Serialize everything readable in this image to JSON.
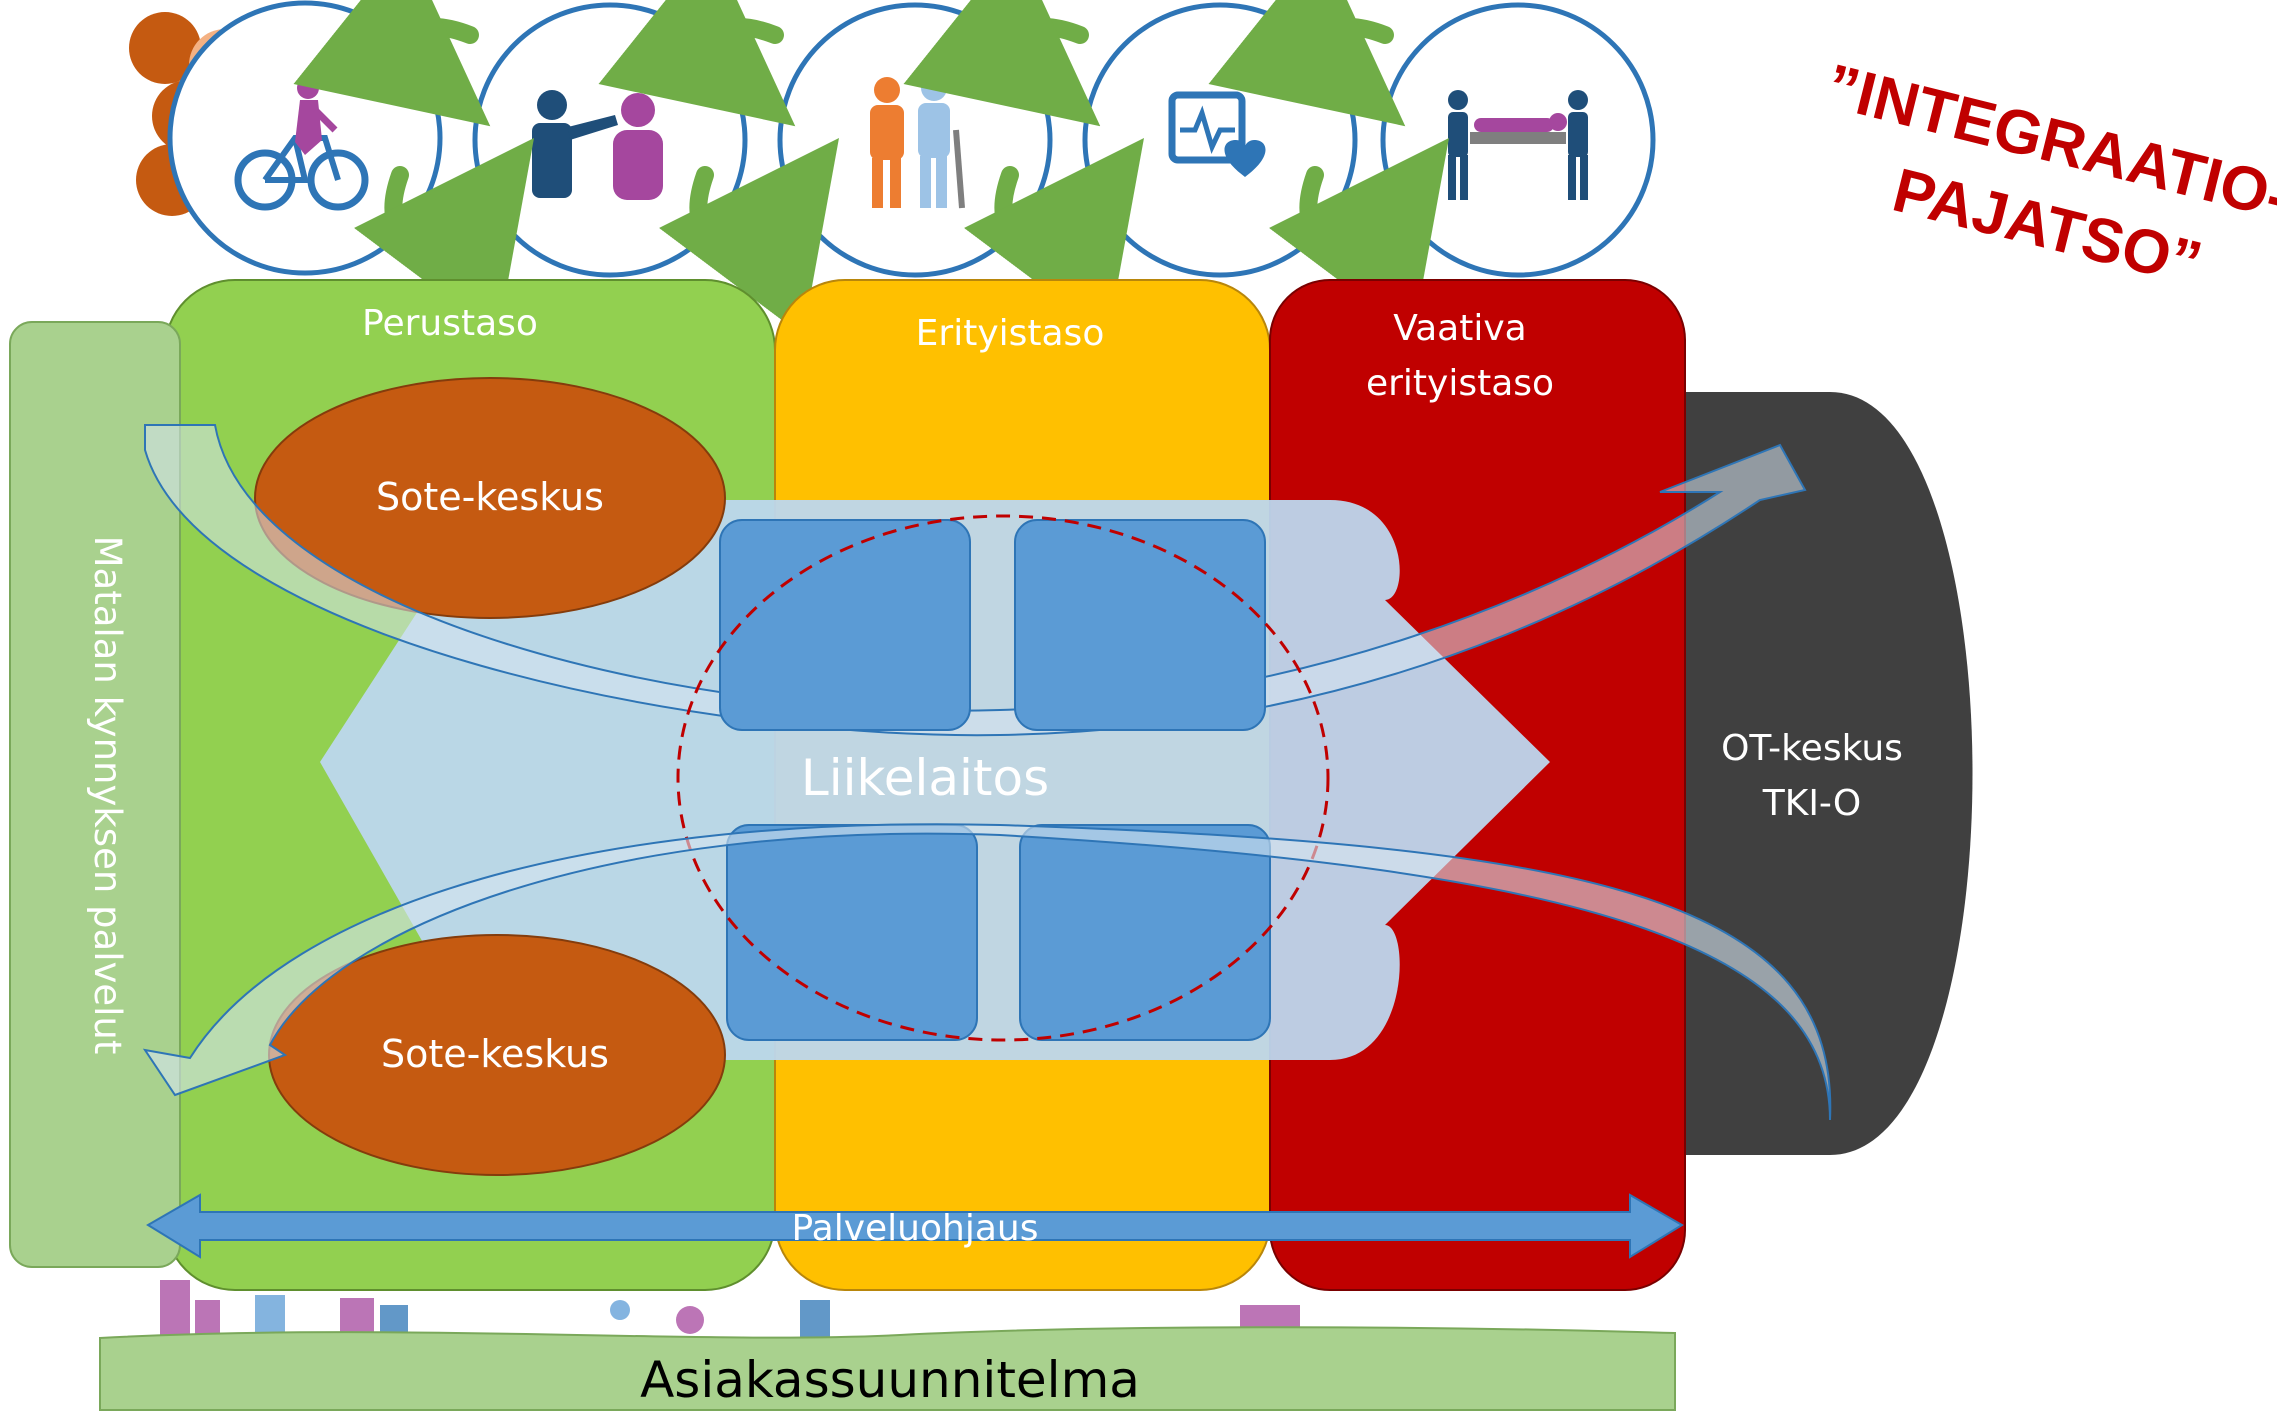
{
  "title": {
    "line1": "”INTEGRAATIO-",
    "line2": "PAJATSO”",
    "color": "#c00000"
  },
  "left_column": {
    "label": "Matalan kynnyksen palvelut",
    "color": "#a9d18e"
  },
  "levels": [
    {
      "label": "Perustaso",
      "color": "#92d050"
    },
    {
      "label": "Erityistaso",
      "color": "#ffc000"
    },
    {
      "label_line1": "Vaativa",
      "label_line2": "erityistaso",
      "color": "#c00000"
    }
  ],
  "centers": [
    {
      "label": "Sote-keskus",
      "color": "#c55a11"
    },
    {
      "label": "Sote-keskus",
      "color": "#c55a11"
    }
  ],
  "hub": {
    "label": "Liikelaitos",
    "color": "#bdd7ee",
    "block_color": "#5b9bd5"
  },
  "right_dome": {
    "line1": "OT-keskus",
    "line2": "TKI-O",
    "color": "#404040"
  },
  "bottom_arrow": {
    "label": "Palveluohjaus",
    "color": "#5b9bd5"
  },
  "banner": {
    "label": "Asiakassuunnitelma",
    "color": "#a9d18e"
  },
  "icon_circles": [
    {
      "icon": "cyclist-icon"
    },
    {
      "icon": "two-people-pointing-icon"
    },
    {
      "icon": "elderly-with-caregiver-icon"
    },
    {
      "icon": "heart-monitor-icon"
    },
    {
      "icon": "stretcher-patient-icon"
    }
  ],
  "accent_colors": {
    "circle_stroke": "#2e75b6",
    "cycle_arrow": "#70ad47",
    "decor_dots": "#c55a11",
    "decor_dot_light": "#f4b183"
  }
}
